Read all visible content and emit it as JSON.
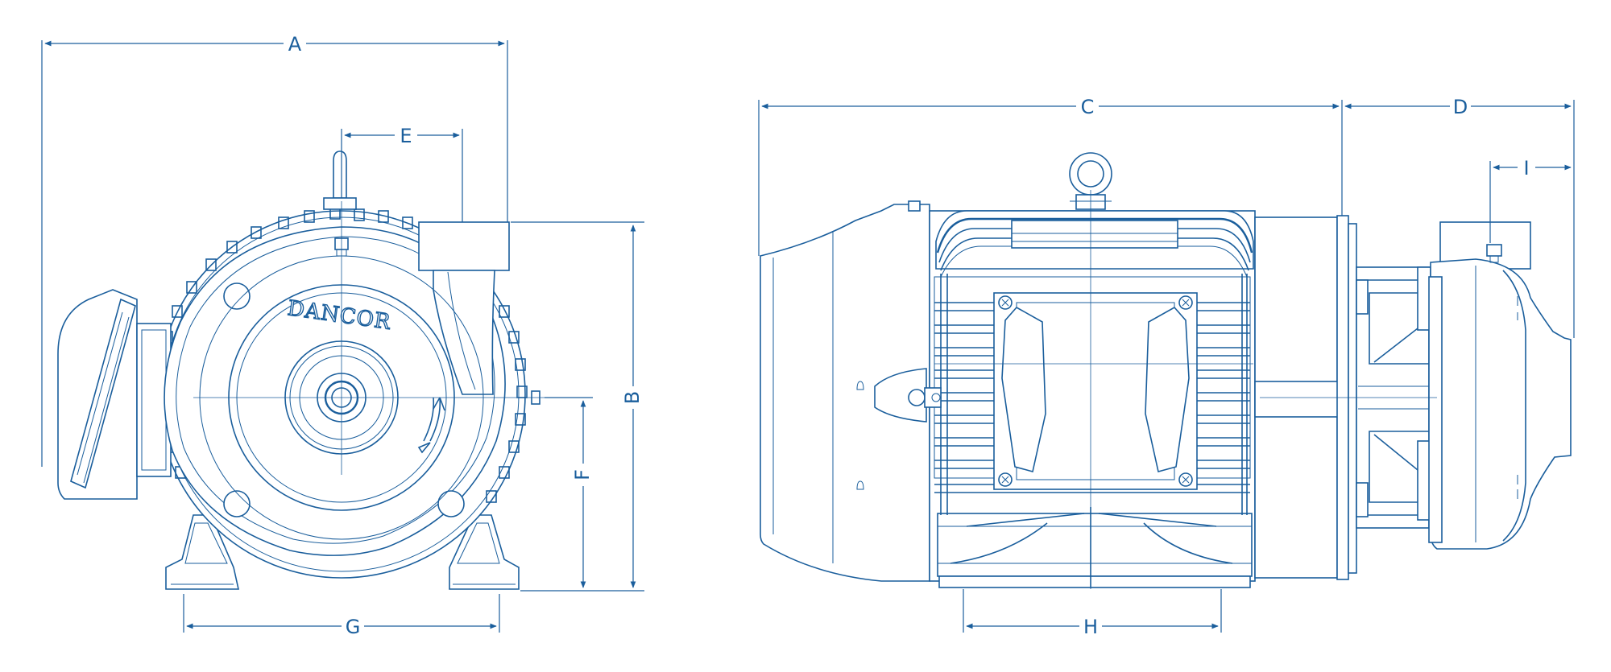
{
  "brand": "DANCOR",
  "dimension_labels": {
    "A": "A",
    "B": "B",
    "C": "C",
    "D": "D",
    "E": "E",
    "F": "F",
    "G": "G",
    "H": "H",
    "I": "I"
  },
  "colors": {
    "line": "#1a5e9c",
    "background": "#ffffff"
  }
}
